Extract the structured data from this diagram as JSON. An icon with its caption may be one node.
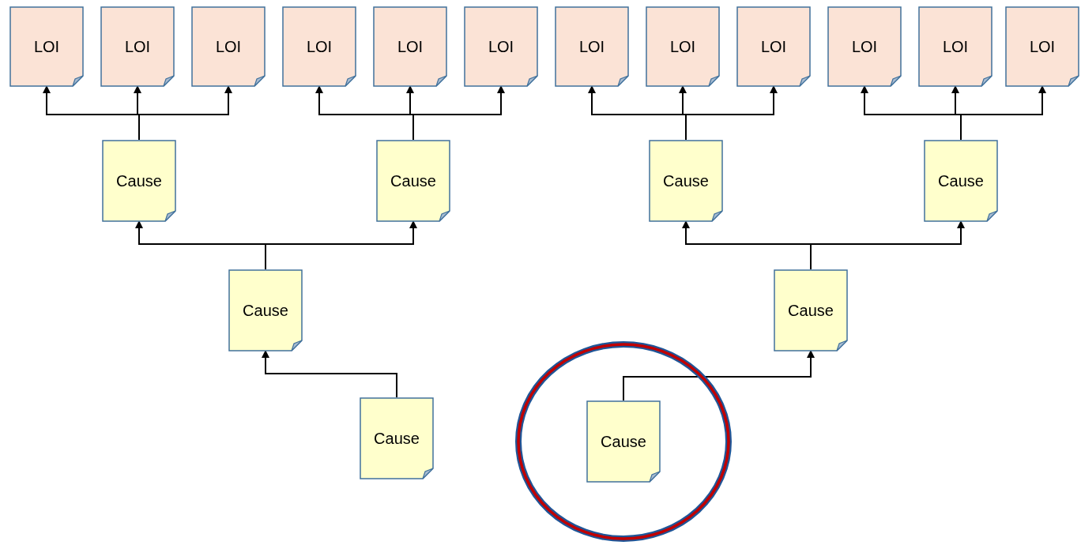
{
  "diagram": {
    "nodes": [
      {
        "text": [
          "LOI"
        ]
      },
      {
        "text": [
          "LOI"
        ]
      },
      {
        "text": [
          "LOI"
        ]
      },
      {
        "text": [
          "LOI"
        ]
      },
      {
        "text": [
          "LOI"
        ]
      },
      {
        "text": [
          "LOI"
        ]
      },
      {
        "text": [
          "LOI"
        ]
      },
      {
        "text": [
          "LOI"
        ]
      },
      {
        "text": [
          "LOI"
        ]
      },
      {
        "text": [
          "LOI"
        ]
      },
      {
        "text": [
          "LOI"
        ]
      },
      {
        "text": [
          "LOI"
        ]
      },
      {
        "text": [
          "Cause"
        ]
      },
      {
        "text": [
          "Cause"
        ]
      },
      {
        "text": [
          "Cause"
        ]
      },
      {
        "text": [
          "Cause"
        ]
      },
      {
        "text": [
          "Cause"
        ]
      },
      {
        "text": [
          "Cause"
        ]
      },
      {
        "text": [
          "Cause"
        ]
      },
      {
        "text": [],
        "shape": "circle"
      },
      {
        "text": [
          "Cause"
        ],
        "in": 19
      }
    ],
    "edges": [
      {
        "from": 12,
        "to": 0,
        "arrow": "to"
      },
      {
        "from": 12,
        "to": 1,
        "arrow": "to"
      },
      {
        "from": 12,
        "to": 2,
        "arrow": "to"
      },
      {
        "from": 13,
        "to": 3,
        "arrow": "to"
      },
      {
        "from": 13,
        "to": 4,
        "arrow": "to"
      },
      {
        "from": 13,
        "to": 5,
        "arrow": "to"
      },
      {
        "from": 14,
        "to": 6,
        "arrow": "to"
      },
      {
        "from": 14,
        "to": 7,
        "arrow": "to"
      },
      {
        "from": 14,
        "to": 8,
        "arrow": "to"
      },
      {
        "from": 15,
        "to": 9,
        "arrow": "to"
      },
      {
        "from": 15,
        "to": 10,
        "arrow": "to"
      },
      {
        "from": 15,
        "to": 11,
        "arrow": "to"
      },
      {
        "from": 16,
        "to": 12,
        "arrow": "to"
      },
      {
        "from": 16,
        "to": 13,
        "arrow": "to"
      },
      {
        "from": 17,
        "to": 14,
        "arrow": "to"
      },
      {
        "from": 17,
        "to": 15,
        "arrow": "to"
      },
      {
        "from": 18,
        "to": 16,
        "arrow": "to"
      },
      {
        "from": 20,
        "to": 17,
        "arrow": "to"
      }
    ]
  }
}
